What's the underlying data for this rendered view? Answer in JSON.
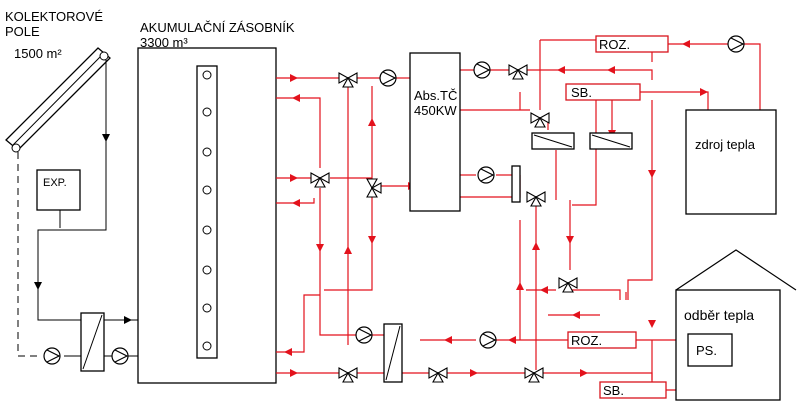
{
  "labels": {
    "collector_line1": "KOLEKTOROVÉ",
    "collector_line2": "POLE",
    "collector_area": "1500 m²",
    "tank_line1": "AKUMULAČNÍ ZÁSOBNÍK",
    "tank_volume": "3300 m³",
    "expansion": "EXP.",
    "abs_hp_line1": "Abs.TČ",
    "abs_hp_line2": "450KW",
    "roz_top": "ROZ.",
    "sb_top": "SB.",
    "heat_source": "zdroj tepla",
    "roz_bottom": "ROZ.",
    "sb_bottom": "SB.",
    "heat_consumption": "odběr tepla",
    "ps": "PS."
  }
}
